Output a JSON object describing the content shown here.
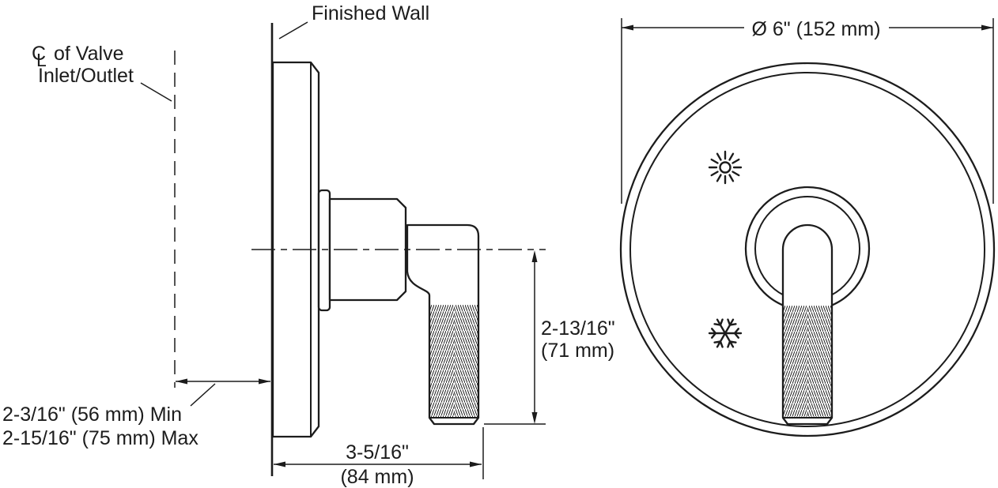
{
  "diagram": {
    "type": "technical-dimension-drawing",
    "product": "valve trim with lever handle, side and front views",
    "colors": {
      "line": "#1c1c1c",
      "background": "#ffffff"
    },
    "side_view": {
      "finished_wall_label": "Finished Wall",
      "centerline_symbol_c": "C",
      "centerline_symbol_l": "L",
      "centerline_label_line1": "of Valve",
      "centerline_label_line2": "Inlet/Outlet",
      "wall_depth_min_label": "2-3/16\" (56 mm) Min",
      "wall_depth_max_label": "2-15/16\" (75 mm) Max",
      "projection_width_in": "3-5/16\"",
      "projection_width_mm": "(84 mm)",
      "handle_drop_in": "2-13/16\"",
      "handle_drop_mm": "(71 mm)"
    },
    "front_view": {
      "diameter_label": "Ø 6\" (152 mm)",
      "hot_icon": "sun-icon",
      "cold_icon": "snowflake-icon"
    }
  }
}
